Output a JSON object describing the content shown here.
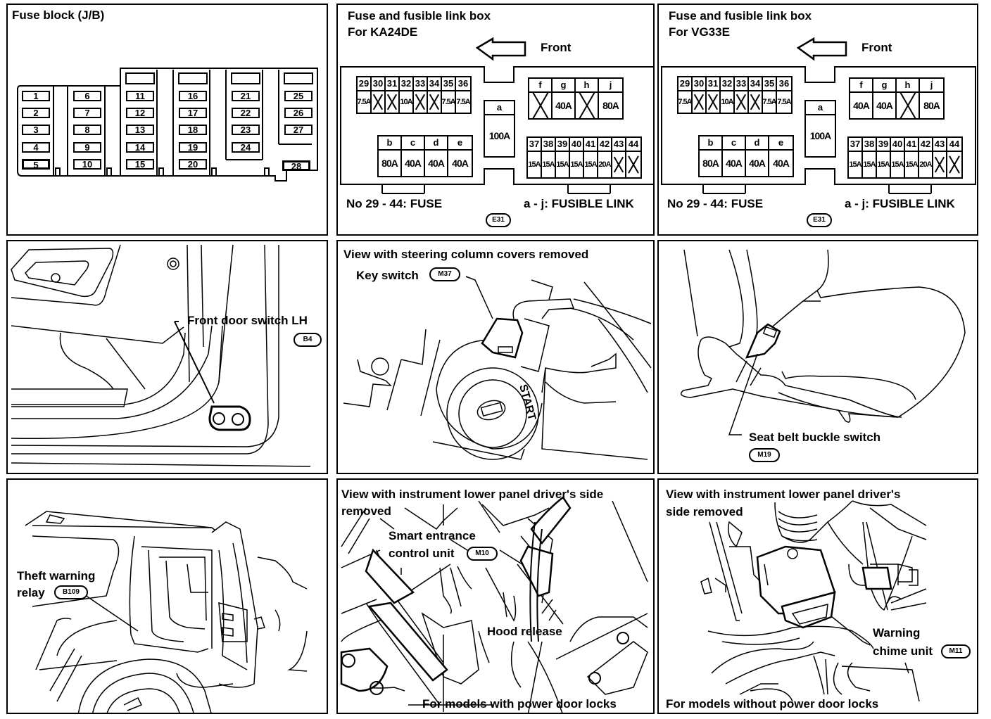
{
  "panels": {
    "fuse_block": {
      "title": "Fuse block (J/B)",
      "fuses": [
        "1",
        "2",
        "3",
        "4",
        "5",
        "6",
        "7",
        "8",
        "9",
        "10",
        "11",
        "12",
        "13",
        "14",
        "15",
        "16",
        "17",
        "18",
        "19",
        "20",
        "21",
        "22",
        "23",
        "24",
        "25",
        "26",
        "27",
        "28"
      ]
    },
    "link_box_ka24de": {
      "title_line1": "Fuse and fusible link box",
      "title_line2": "For KA24DE",
      "front_label": "Front",
      "fuses_top": [
        {
          "num": "29",
          "amp": "7.5A"
        },
        {
          "num": "30",
          "amp": ""
        },
        {
          "num": "31",
          "amp": ""
        },
        {
          "num": "32",
          "amp": "10A"
        },
        {
          "num": "33",
          "amp": ""
        },
        {
          "num": "34",
          "amp": ""
        },
        {
          "num": "35",
          "amp": "7.5A"
        },
        {
          "num": "36",
          "amp": "7.5A"
        }
      ],
      "link_a": {
        "num": "a",
        "amp": "100A"
      },
      "links_bcde": [
        {
          "num": "b",
          "amp": "80A"
        },
        {
          "num": "c",
          "amp": "40A"
        },
        {
          "num": "d",
          "amp": "40A"
        },
        {
          "num": "e",
          "amp": "40A"
        }
      ],
      "links_fghj": [
        {
          "num": "f",
          "amp": ""
        },
        {
          "num": "g",
          "amp": "40A"
        },
        {
          "num": "h",
          "amp": ""
        },
        {
          "num": "j",
          "amp": "80A"
        }
      ],
      "fuses_bottom": [
        {
          "num": "37",
          "amp": "15A"
        },
        {
          "num": "38",
          "amp": "15A"
        },
        {
          "num": "39",
          "amp": "15A"
        },
        {
          "num": "40",
          "amp": "15A"
        },
        {
          "num": "41",
          "amp": "15A"
        },
        {
          "num": "42",
          "amp": "20A"
        },
        {
          "num": "43",
          "amp": ""
        },
        {
          "num": "44",
          "amp": ""
        }
      ],
      "legend_fuse": "No 29 - 44:  FUSE",
      "legend_link": "a - j:  FUSIBLE LINK",
      "connector": "E31"
    },
    "link_box_vg33e": {
      "title_line1": "Fuse and fusible link box",
      "title_line2": "For VG33E",
      "front_label": "Front",
      "fuses_top": [
        {
          "num": "29",
          "amp": "7.5A"
        },
        {
          "num": "30",
          "amp": ""
        },
        {
          "num": "31",
          "amp": ""
        },
        {
          "num": "32",
          "amp": "10A"
        },
        {
          "num": "33",
          "amp": ""
        },
        {
          "num": "34",
          "amp": ""
        },
        {
          "num": "35",
          "amp": "7.5A"
        },
        {
          "num": "36",
          "amp": "7.5A"
        }
      ],
      "link_a": {
        "num": "a",
        "amp": "100A"
      },
      "links_bcde": [
        {
          "num": "b",
          "amp": "80A"
        },
        {
          "num": "c",
          "amp": "40A"
        },
        {
          "num": "d",
          "amp": "40A"
        },
        {
          "num": "e",
          "amp": "40A"
        }
      ],
      "links_fghj": [
        {
          "num": "f",
          "amp": "40A"
        },
        {
          "num": "g",
          "amp": "40A"
        },
        {
          "num": "h",
          "amp": ""
        },
        {
          "num": "j",
          "amp": "80A"
        }
      ],
      "fuses_bottom": [
        {
          "num": "37",
          "amp": "15A"
        },
        {
          "num": "38",
          "amp": "15A"
        },
        {
          "num": "39",
          "amp": "15A"
        },
        {
          "num": "40",
          "amp": "15A"
        },
        {
          "num": "41",
          "amp": "15A"
        },
        {
          "num": "42",
          "amp": "20A"
        },
        {
          "num": "43",
          "amp": ""
        },
        {
          "num": "44",
          "amp": ""
        }
      ],
      "legend_fuse": "No 29 - 44:  FUSE",
      "legend_link": "a - j:  FUSIBLE LINK",
      "connector": "E31"
    },
    "front_door_switch": {
      "label": "Front door switch LH",
      "connector": "B4"
    },
    "key_switch": {
      "title": "View with steering column covers removed",
      "label": "Key switch",
      "connector": "M37",
      "start_text": "START"
    },
    "seat_belt": {
      "label": "Seat belt buckle switch",
      "connector": "M19"
    },
    "theft_relay": {
      "label_line1": "Theft warning",
      "label_line2": "relay",
      "connector": "B109"
    },
    "smart_entrance": {
      "title_line1": "View with instrument lower panel driver's side",
      "title_line2": "removed",
      "label_line1": "Smart entrance",
      "label_line2": "control unit",
      "connector": "M10",
      "hood_label": "Hood release",
      "footer": "For models with power door locks"
    },
    "warning_chime": {
      "title_line1": "View with instrument lower panel driver's",
      "title_line2": "side removed",
      "label_line1": "Warning",
      "label_line2": "chime unit",
      "connector": "M11",
      "footer": "For models without power door locks"
    }
  }
}
